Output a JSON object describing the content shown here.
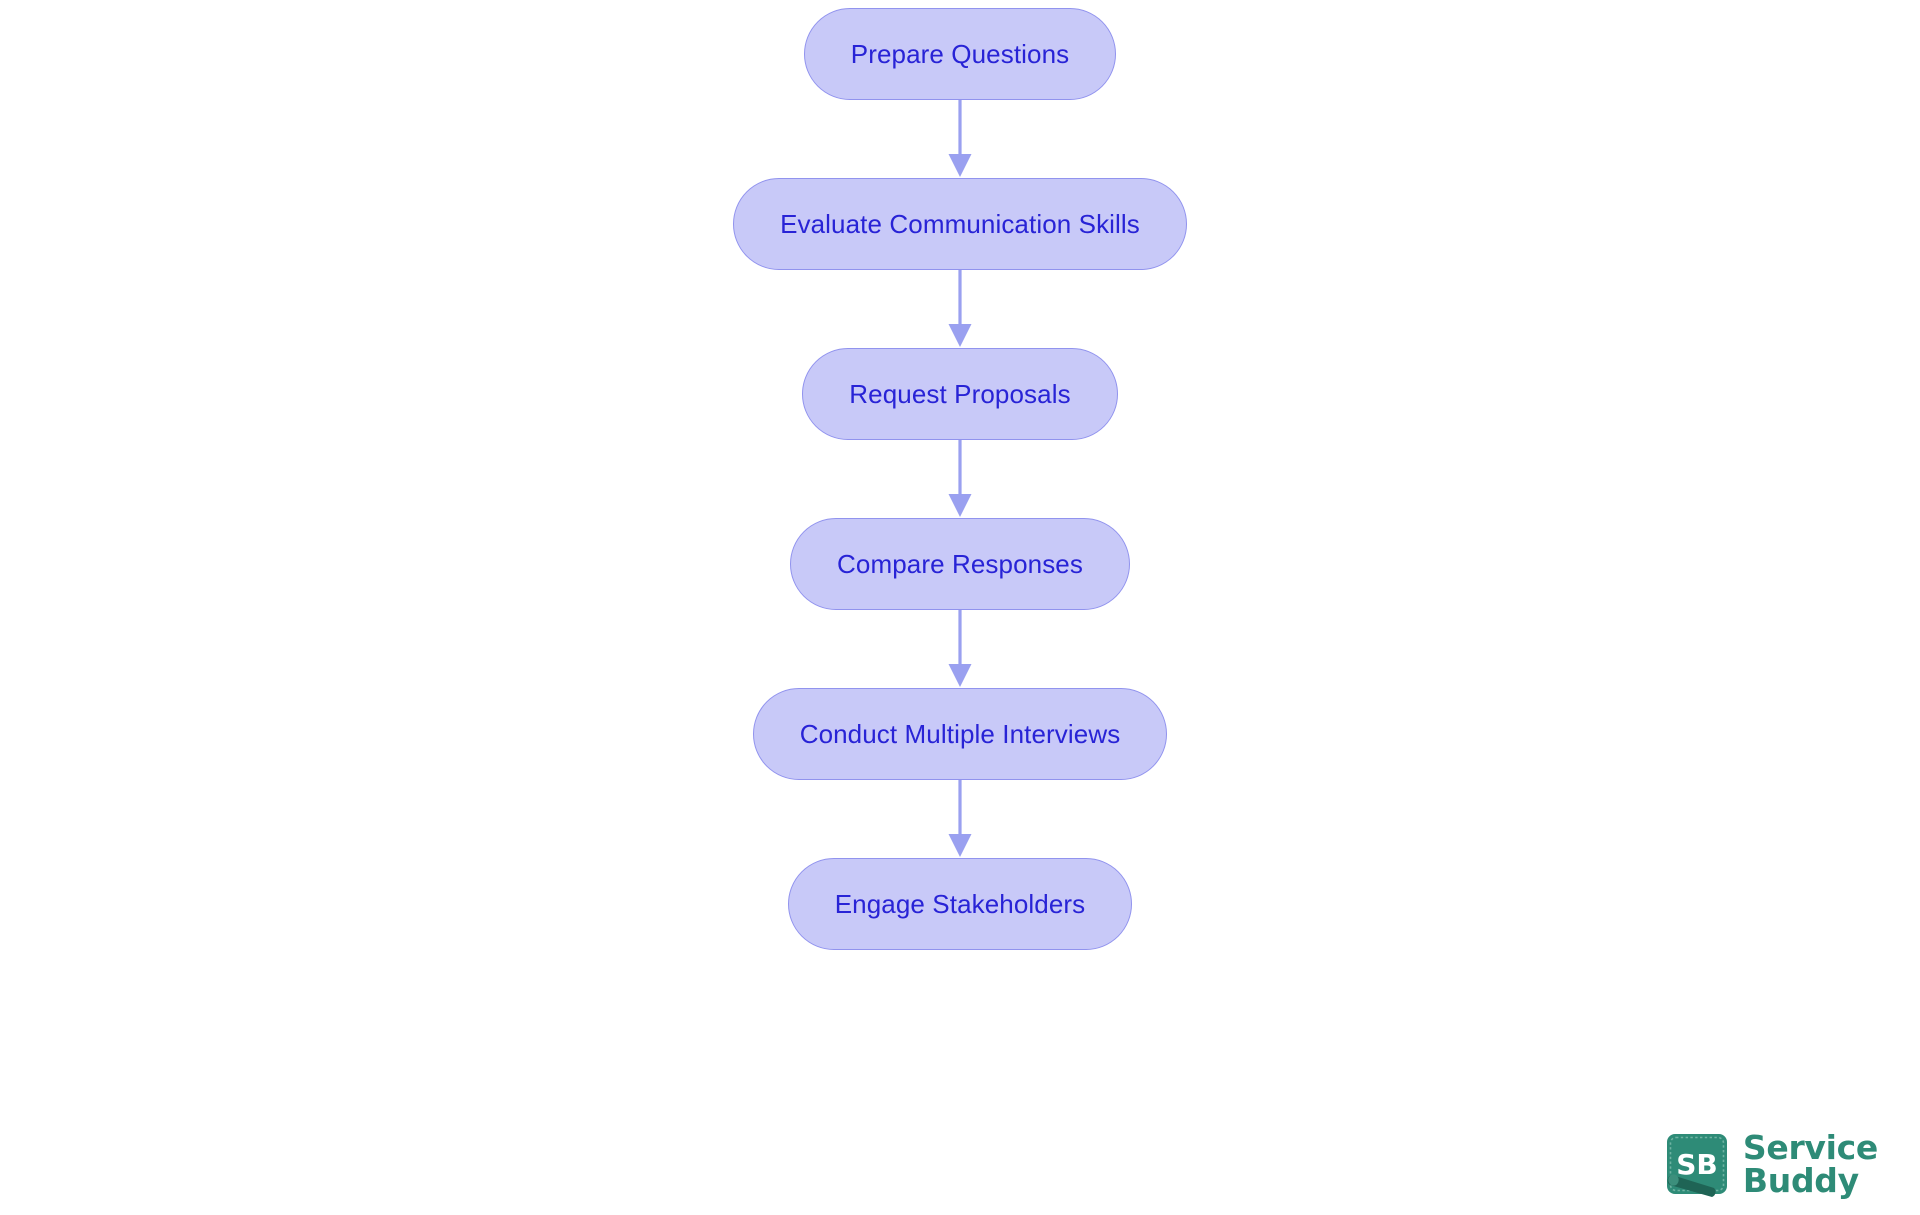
{
  "diagram": {
    "type": "flowchart",
    "orientation": "vertical-top-to-bottom",
    "background_color": "#ffffff",
    "node_fill_color": "#c8c9f8",
    "node_border_color": "#9193ee",
    "node_text_color": "#2823d6",
    "connector_color": "#9aa0f0",
    "nodes": [
      {
        "id": "n1",
        "label": "Prepare Questions"
      },
      {
        "id": "n2",
        "label": "Evaluate Communication Skills"
      },
      {
        "id": "n3",
        "label": "Request Proposals"
      },
      {
        "id": "n4",
        "label": "Compare Responses"
      },
      {
        "id": "n5",
        "label": "Conduct Multiple Interviews"
      },
      {
        "id": "n6",
        "label": "Engage Stakeholders"
      }
    ],
    "edges": [
      {
        "from": "n1",
        "to": "n2",
        "arrow": "down"
      },
      {
        "from": "n2",
        "to": "n3",
        "arrow": "down"
      },
      {
        "from": "n3",
        "to": "n4",
        "arrow": "down"
      },
      {
        "from": "n4",
        "to": "n5",
        "arrow": "down"
      },
      {
        "from": "n5",
        "to": "n6",
        "arrow": "down"
      }
    ]
  },
  "logo": {
    "mark_text": "SB",
    "line1": "Service",
    "line2": "Buddy",
    "mark_bg_color": "#2e8b77",
    "mark_accent_color": "#1f6455",
    "mark_text_color": "#ffffff",
    "word_color": "#2e8b77"
  }
}
